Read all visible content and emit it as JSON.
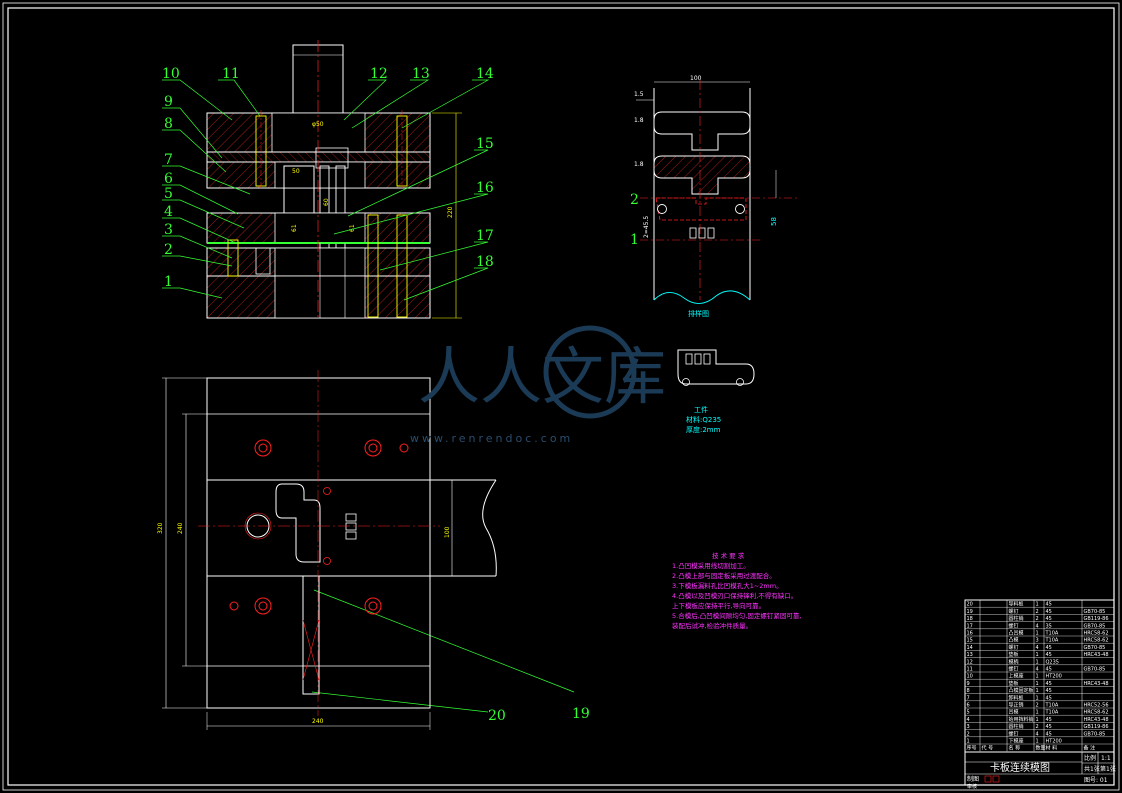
{
  "drawing": {
    "title": "卡板连续模图",
    "watermark": "人人文库",
    "watermark_url": "www.renrendoc.com"
  },
  "part_labels": [
    "1",
    "2",
    "3",
    "4",
    "5",
    "6",
    "7",
    "8",
    "9",
    "10",
    "11",
    "12",
    "13",
    "14",
    "15",
    "16",
    "17",
    "18",
    "19",
    "20"
  ],
  "front_view": {
    "dims": {
      "height": "220",
      "punch_dia": "φ50",
      "w1": "50",
      "v1": "61",
      "v2": "60",
      "v3": "61"
    }
  },
  "strip_layout": {
    "width_dim": "100",
    "pitch_dim": "58",
    "small1": "1.5",
    "small2": "1.8",
    "small3": "1.8",
    "station1": "1",
    "station2": "2",
    "pitch_label": "2=45.5",
    "caption": "排样图"
  },
  "workpiece": {
    "caption_lines": [
      "工件",
      "材料:Q235",
      "厚度:2mm"
    ]
  },
  "plan_view": {
    "dims": {
      "width": "240",
      "height_outer": "320",
      "height_inner": "240",
      "strip": "100"
    }
  },
  "tech_notes": {
    "title": "技 术 要 求",
    "lines": [
      "1.凸凹模采用线切割加工。",
      "2.凸模上部与固定板采用过渡配合。",
      "3.下模板漏料孔比凹模孔大1~2mm。",
      "4.凸模以及凹模刃口保持锋利,不得有缺口。",
      "  上下模板应保持平行,导向可靠。",
      "5.合模后,凸凹模间隙均匀,固定螺钉紧固可靠,",
      "  装配后试冲,检验冲件质量。"
    ]
  },
  "bom": {
    "header": [
      "序号",
      "代 号",
      "名 称",
      "数量",
      "材 料",
      "备 注"
    ],
    "rows": [
      [
        "20",
        "",
        "导料板",
        "1",
        "45",
        ""
      ],
      [
        "19",
        "",
        "螺钉",
        "2",
        "45",
        "GB70-85"
      ],
      [
        "18",
        "",
        "圆柱销",
        "2",
        "45",
        "GB119-86"
      ],
      [
        "17",
        "",
        "螺钉",
        "4",
        "35",
        "GB70-85"
      ],
      [
        "16",
        "",
        "凸凹模",
        "1",
        "T10A",
        "HRC58-62"
      ],
      [
        "15",
        "",
        "凸模",
        "3",
        "T10A",
        "HRC58-62"
      ],
      [
        "14",
        "",
        "螺钉",
        "4",
        "45",
        "GB70-85"
      ],
      [
        "13",
        "",
        "垫板",
        "1",
        "45",
        "HRC43-48"
      ],
      [
        "12",
        "",
        "模柄",
        "1",
        "Q235",
        ""
      ],
      [
        "11",
        "",
        "螺钉",
        "4",
        "45",
        "GB70-85"
      ],
      [
        "10",
        "",
        "上模座",
        "1",
        "HT200",
        ""
      ],
      [
        "9",
        "",
        "垫板",
        "1",
        "45",
        "HRC43-48"
      ],
      [
        "8",
        "",
        "凸模固定板",
        "1",
        "45",
        ""
      ],
      [
        "7",
        "",
        "卸料板",
        "1",
        "45",
        ""
      ],
      [
        "6",
        "",
        "导正销",
        "2",
        "T10A",
        "HRC52-56"
      ],
      [
        "5",
        "",
        "凹模",
        "1",
        "T10A",
        "HRC58-62"
      ],
      [
        "4",
        "",
        "始用挡料销",
        "1",
        "45",
        "HRC43-48"
      ],
      [
        "3",
        "",
        "圆柱销",
        "2",
        "45",
        "GB119-86"
      ],
      [
        "2",
        "",
        "螺钉",
        "4",
        "45",
        "GB70-85"
      ],
      [
        "1",
        "",
        "下模座",
        "1",
        "HT200",
        ""
      ]
    ],
    "scale_label": "比例",
    "scale": "1:1",
    "sheet_label": "共1张",
    "sheet2": "第1张",
    "drawn": "制图",
    "checked": "审核",
    "dwg_no": "图号: 01"
  },
  "colors": {
    "outline": "#ffffff",
    "labels": "#33ff33",
    "centerline": "#ff2020",
    "dims": "#ffff00",
    "notes": "#ff33ff",
    "hatch": "#ff2020",
    "bolt": "#ffff00"
  }
}
